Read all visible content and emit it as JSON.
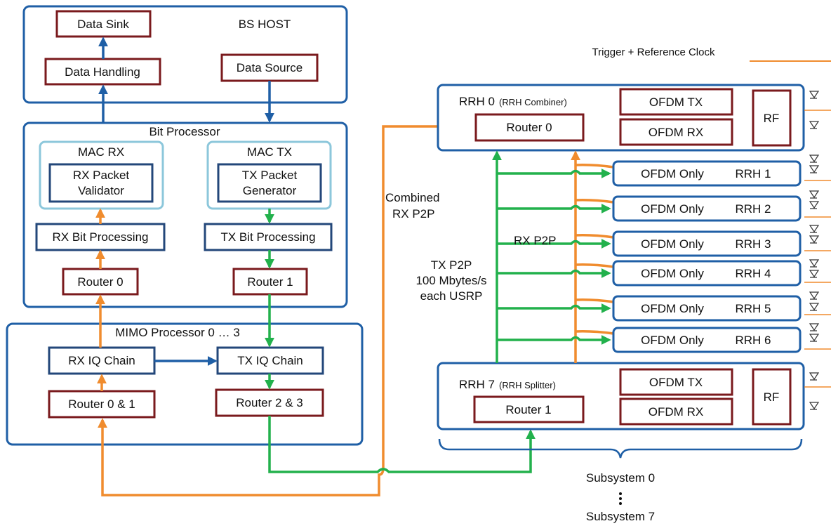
{
  "bs_host": {
    "title": "BS HOST",
    "data_sink": "Data Sink",
    "data_handling": "Data Handling",
    "data_source": "Data Source"
  },
  "bit_processor": {
    "title": "Bit Processor",
    "mac_rx": "MAC RX",
    "rx_packet_validator": [
      "RX Packet",
      "Validator"
    ],
    "mac_tx": "MAC TX",
    "tx_packet_generator": [
      "TX Packet",
      "Generator"
    ],
    "rx_bit_processing": "RX Bit Processing",
    "tx_bit_processing": "TX Bit Processing",
    "router_0": "Router 0",
    "router_1": "Router 1"
  },
  "mimo_processor": {
    "title": "MIMO Processor 0 … 3",
    "rx_iq_chain": "RX IQ Chain",
    "tx_iq_chain": "TX IQ Chain",
    "router_0_1": "Router 0 & 1",
    "router_2_3": "Router 2 & 3"
  },
  "trigger_label": "Trigger + Reference Clock",
  "rrh0": {
    "title": "RRH 0",
    "subtitle": "(RRH Combiner)",
    "router": "Router 0",
    "ofdm_tx": "OFDM TX",
    "ofdm_rx": "OFDM RX",
    "rf": "RF"
  },
  "rrh7": {
    "title": "RRH 7",
    "subtitle": "(RRH Splitter)",
    "router": "Router 1",
    "ofdm_tx": "OFDM TX",
    "ofdm_rx": "OFDM RX",
    "rf": "RF"
  },
  "rrh_only": [
    {
      "ofdm": "OFDM Only",
      "name": "RRH 1"
    },
    {
      "ofdm": "OFDM Only",
      "name": "RRH 2"
    },
    {
      "ofdm": "OFDM Only",
      "name": "RRH 3"
    },
    {
      "ofdm": "OFDM Only",
      "name": "RRH 4"
    },
    {
      "ofdm": "OFDM Only",
      "name": "RRH 5"
    },
    {
      "ofdm": "OFDM Only",
      "name": "RRH 6"
    }
  ],
  "labels": {
    "combined_rx_p2p": [
      "Combined",
      "RX P2P"
    ],
    "rx_p2p": "RX P2P",
    "tx_p2p": [
      "TX P2P",
      "100 Mbytes/s",
      "each USRP"
    ],
    "subsystem_0": "Subsystem 0",
    "subsystem_7": "Subsystem 7"
  },
  "colors": {
    "router_box": "#7a1a1d",
    "group_box": "#1f5fa6",
    "mac_box": "#8cc7db",
    "tx_path": "#22b14c",
    "rx_path": "#f08c2e",
    "host_link": "#1f5fa6"
  }
}
